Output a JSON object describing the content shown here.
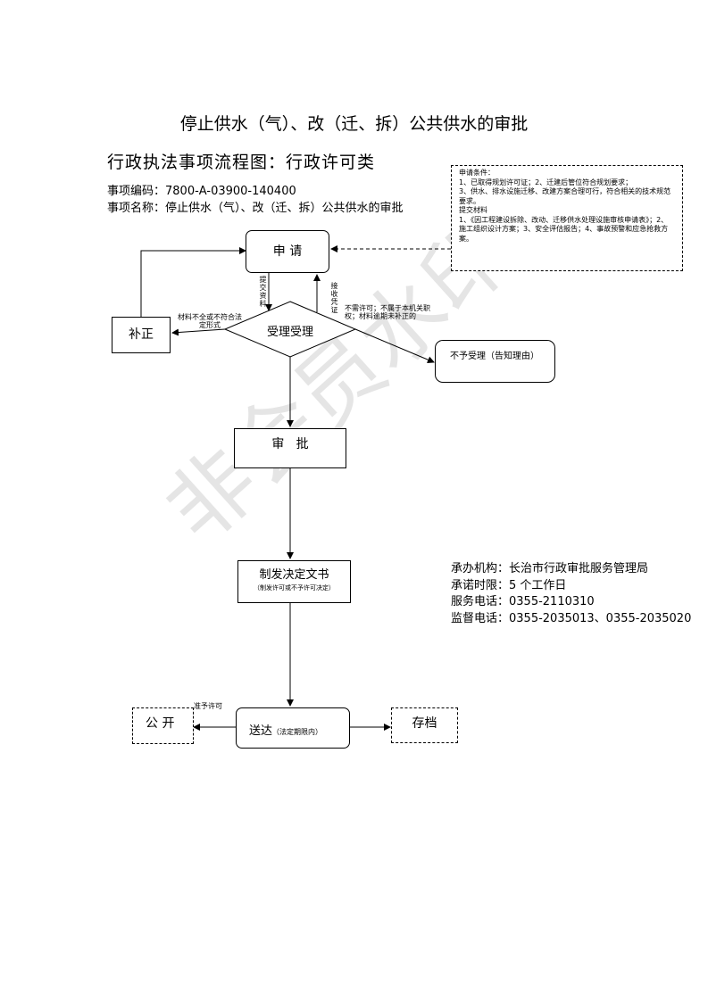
{
  "main_title": "停止供水（气）、改（迁、拆）公共供水的审批",
  "sub_title": "行政执法事项流程图：行政许可类",
  "item_code": "事项编码：7800-A-03900-140400",
  "item_name": "事项名称：停止供水（气）、改（迁、拆）公共供水的审批",
  "conditions": {
    "heading": "申请条件：",
    "lines": [
      "1、已取得规划许可证；2、迁建后管位符合规划要求；",
      "3、供水、排水设施迁移、改建方案合理可行，符合相关的技术规范要求。",
      "提交材料",
      "1、《因工程建设拆除、改动、迁移供水处理设施审核申请表》；2、施工组织设计方案；3、安全评估报告；4、事故预警和应急抢救方案。"
    ]
  },
  "nodes": {
    "apply": "申 请",
    "supplement": "补正",
    "accept": "受理受理",
    "reject": "不予受理（告知理由）",
    "review": "审   批",
    "decision": "制发决定文书",
    "decision_note": "（制发许可或不予许可决定）",
    "deliver": "送达",
    "deliver_note": "（法定期限内）",
    "publish": "公 开",
    "archive": "存档"
  },
  "edge_labels": {
    "submit": "提交资料",
    "receive": "接收凭证",
    "incomplete": "材料不全或不符合法定形式",
    "not_allowed": "不需许可；不属于本机关职权；材料逾期未补正的",
    "grant": "准予许可"
  },
  "info": {
    "agency": "承办机构：长治市行政审批服务管理局",
    "time_limit": "承诺时限：5 个工作日",
    "service_phone": "服务电话：0355-2110310",
    "supervision_phone": "监督电话：0355-2035013、0355-2035020"
  },
  "watermark": "非会员水印"
}
